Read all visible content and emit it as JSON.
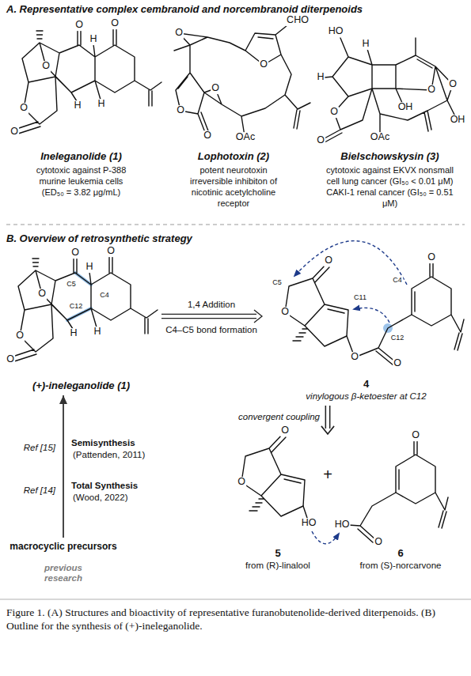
{
  "diagram": {
    "caption": "Figure 1. (A) Structures and bioactivity of representative furanobutenolide-derived diterpenoids. (B) Outline for the synthesis of (+)-ineleganolide.",
    "nodes": [
      {
        "text": [
          "Ineleganolide (1)",
          "cytotoxic against P-388 murine leukemia cells (ED₅₀ = 3.82 μg/mL)"
        ]
      },
      {
        "text": [
          "Lophotoxin (2)",
          "potent neurotoxin irreversible inhibiton of nicotinic acetylcholine receptor"
        ]
      },
      {
        "text": [
          "Bielschowskysin (3)",
          "cytotoxic against EKVX nonsmall cell lung cancer (GI₅₀ < 0.01 μM) CAKI-1 renal cancer (GI₅₀ = 0.51 μM)"
        ]
      },
      {
        "text": [
          "(+)-ineleganolide (1)"
        ]
      },
      {
        "text": [
          "4",
          "vinylogous β-ketoester at C12"
        ]
      },
      {
        "text": [
          "5",
          "from (R)-linalool"
        ]
      },
      {
        "text": [
          "6",
          "from (S)-norcarvone"
        ]
      },
      {
        "text": [
          "macrocyclic precursors"
        ]
      }
    ],
    "edges": [
      {
        "from": 3,
        "to": 4,
        "arrow": "to",
        "label": "1,4 Addition"
      },
      {
        "from": 4,
        "to": 5,
        "arrow": "to"
      },
      {
        "from": 4,
        "to": 6,
        "arrow": "to"
      },
      {
        "from": 7,
        "to": 3,
        "arrow": "to"
      }
    ],
    "labels": [
      "A. Representative complex cembranoid and norcembranoid diterpenoids",
      "O",
      "O",
      "H",
      "O",
      "H",
      "H",
      "O",
      "O",
      "O",
      "O",
      "CHO",
      "O",
      "O",
      "O",
      "OAc",
      "HO",
      "H",
      "H",
      "OH",
      "O",
      "O",
      "O",
      "OAc",
      "O",
      "OH",
      "B. Overview of retrosynthetic strategy",
      "O",
      "O",
      "H",
      "O",
      "H",
      "H",
      "O",
      "O",
      "C5",
      "C4",
      "C12",
      "C4–C5 bond formation",
      "O",
      "C5",
      "O",
      "C11",
      "O",
      "O",
      "C12",
      "C4",
      "O",
      "convergent coupling",
      "+",
      "O",
      "O",
      "HO",
      "O",
      "HO",
      "O",
      "Ref [15]",
      "Semisynthesis",
      "(Pattenden, 2011)",
      "Ref [14]",
      "Total Synthesis",
      "(Wood, 2022)",
      "previous research"
    ]
  }
}
